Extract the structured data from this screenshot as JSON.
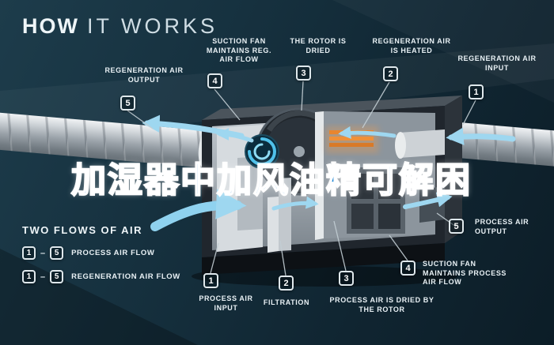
{
  "title": {
    "bold": "HOW",
    "light": "IT WORKS"
  },
  "watermark": "加湿器中加风油精可解困",
  "legend": {
    "heading": "TWO FLOWS OF AIR",
    "separator": "–",
    "rows": [
      {
        "from": "1",
        "to": "5",
        "label": "PROCESS AIR FLOW"
      },
      {
        "from": "1",
        "to": "5",
        "label": "REGENERATION AIR FLOW"
      }
    ]
  },
  "callouts": {
    "top": [
      {
        "num": "5",
        "label": "REGENERATION AIR OUTPUT"
      },
      {
        "num": "4",
        "label": "SUCTION FAN MAINTAINS REG. AIR FLOW"
      },
      {
        "num": "3",
        "label": "THE ROTOR IS DRIED"
      },
      {
        "num": "2",
        "label": "REGENERATION AIR IS HEATED"
      },
      {
        "num": "1",
        "label": "REGENERATION AIR INPUT"
      }
    ],
    "bottom": [
      {
        "num": "1",
        "label": "PROCESS AIR INPUT"
      },
      {
        "num": "2",
        "label": "FILTRATION"
      },
      {
        "num": "3",
        "label": "PROCESS AIR IS DRIED BY THE ROTOR"
      },
      {
        "num": "4",
        "label": "SUCTION FAN MAINTAINS PROCESS AIR FLOW"
      },
      {
        "num": "5",
        "label": "PROCESS AIR OUTPUT"
      }
    ]
  },
  "colors": {
    "background": "#132b38",
    "airflow_arrow": "#9ed7f0",
    "heater_orange": "#e8862f",
    "watermark_blue": "#1e86d4",
    "badge_border": "#dfe8ec",
    "text": "#e9f1f5"
  }
}
